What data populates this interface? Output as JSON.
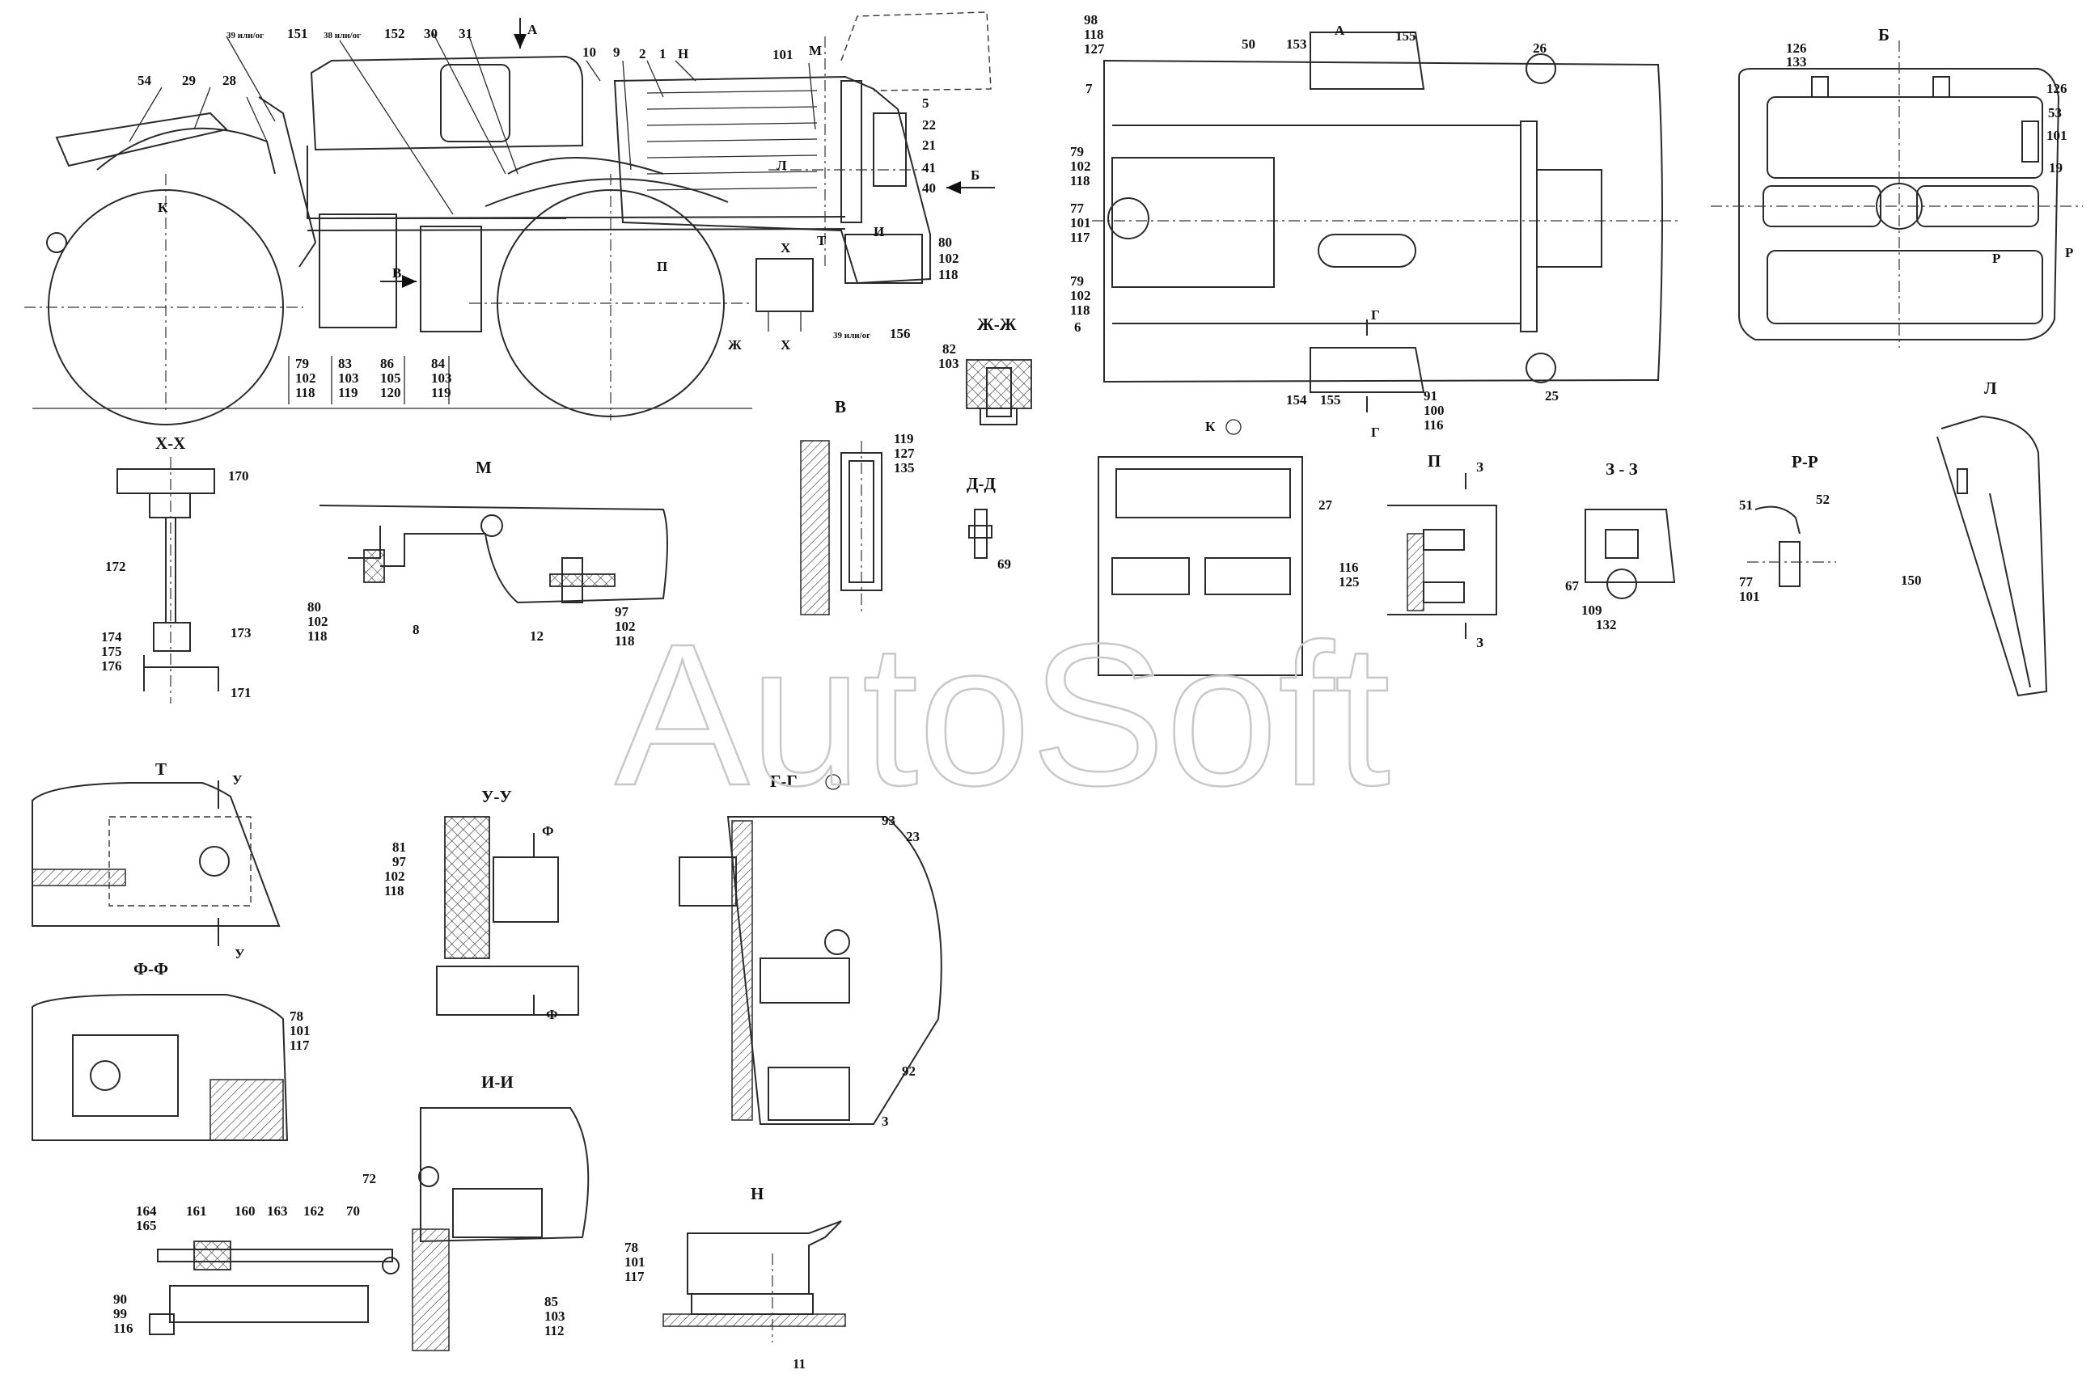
{
  "watermark": "AutoSoft",
  "views": {
    "main": {
      "A": "А",
      "B": "Б",
      "V": "В",
      "M": "М",
      "N": "Н",
      "L": "Л",
      "T": "Т",
      "I": "И",
      "K": "К",
      "P": "П",
      "Zh": "Ж",
      "X": "Х"
    },
    "top": {
      "A": "А",
      "G": "Г",
      "K": "К"
    },
    "B": {
      "title": "Б",
      "R": "Р"
    },
    "XX": {
      "title": "Х-Х"
    },
    "M": {
      "title": "М"
    },
    "V": {
      "title": "В"
    },
    "ZhZh": {
      "title": "Ж-Ж"
    },
    "DD": {
      "title": "Д-Д"
    },
    "K": {
      "title": "К"
    },
    "P": {
      "title": "П",
      "Z": "З"
    },
    "ZZ": {
      "title": "З - З"
    },
    "RR": {
      "title": "Р-Р"
    },
    "L": {
      "title": "Л"
    },
    "T": {
      "title": "Т",
      "U": "У"
    },
    "UU": {
      "title": "У-У",
      "F": "Ф"
    },
    "GG": {
      "title": "Г-Г"
    },
    "FF": {
      "title": "Ф-Ф"
    },
    "II": {
      "title": "И-И"
    },
    "N": {
      "title": "Н"
    }
  },
  "callouts": {
    "main": [
      "54",
      "29",
      "28",
      "39 или/ог",
      "151",
      "38 или/ог",
      "152",
      "30",
      "31",
      "10",
      "9",
      "2",
      "1",
      "101",
      "М",
      "5",
      "22",
      "21",
      "41",
      "40",
      "80",
      "102",
      "118",
      "П",
      "Х",
      "Т",
      "И",
      "Ж",
      "Х",
      "39 или/ог",
      "156",
      "79",
      "102",
      "118",
      "83",
      "103",
      "119",
      "86",
      "105",
      "120",
      "84",
      "103",
      "119",
      "В",
      "К",
      "А",
      "Н",
      "Л",
      "Б"
    ],
    "top": [
      "98",
      "118",
      "127",
      "7",
      "50",
      "153",
      "155",
      "26",
      "79",
      "102",
      "118",
      "77",
      "101",
      "117",
      "79",
      "102",
      "118",
      "6",
      "154",
      "155",
      "91",
      "100",
      "116",
      "25"
    ],
    "B": [
      "126",
      "133",
      "126",
      "53",
      "101",
      "19"
    ],
    "XX": [
      "170",
      "172",
      "173",
      "174",
      "175",
      "176",
      "171"
    ],
    "M": [
      "80",
      "102",
      "118",
      "8",
      "12",
      "97",
      "102",
      "118"
    ],
    "V": [
      "119",
      "127",
      "135"
    ],
    "ZhZh": [
      "82",
      "103"
    ],
    "DD": [
      "69"
    ],
    "K": [
      "27"
    ],
    "P": [
      "116",
      "125"
    ],
    "ZZ": [
      "67",
      "109",
      "132"
    ],
    "RR": [
      "51",
      "52",
      "77",
      "101"
    ],
    "L": [
      "150"
    ],
    "UU": [
      "81",
      "97",
      "102",
      "118"
    ],
    "GG": [
      "93",
      "23",
      "92",
      "3"
    ],
    "FF": [
      "78",
      "101",
      "117"
    ],
    "II": [
      "72",
      "164",
      "165",
      "161",
      "160",
      "163",
      "162",
      "70",
      "90",
      "99",
      "116",
      "85",
      "103",
      "112"
    ],
    "N": [
      "78",
      "101",
      "117",
      "11"
    ]
  }
}
